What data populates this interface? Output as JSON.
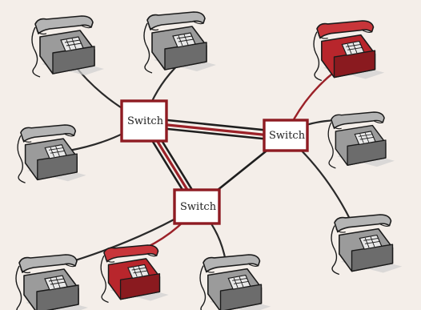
{
  "colors": {
    "background": "#f4eee9",
    "trunk_black": "#1e1e1e",
    "trunk_red": "#9b2128",
    "switch_border": "#8e1b22",
    "phone_gray": "#9b9b9b",
    "phone_red": "#b8262c"
  },
  "switches": [
    {
      "id": "switch-1",
      "label": "Switch"
    },
    {
      "id": "switch-2",
      "label": "Switch"
    },
    {
      "id": "switch-3",
      "label": "Switch"
    }
  ],
  "phones": [
    {
      "id": "phone-1",
      "icon": "telephone-icon",
      "color": "gray",
      "switch": "switch-1"
    },
    {
      "id": "phone-2",
      "icon": "telephone-icon",
      "color": "gray",
      "switch": "switch-1"
    },
    {
      "id": "phone-3",
      "icon": "telephone-icon",
      "color": "gray",
      "switch": "switch-1"
    },
    {
      "id": "phone-4",
      "icon": "telephone-icon",
      "color": "red",
      "switch": "switch-2"
    },
    {
      "id": "phone-5",
      "icon": "telephone-icon",
      "color": "gray",
      "switch": "switch-2"
    },
    {
      "id": "phone-6",
      "icon": "telephone-icon",
      "color": "gray",
      "switch": "switch-2"
    },
    {
      "id": "phone-7",
      "icon": "telephone-icon",
      "color": "gray",
      "switch": "switch-3"
    },
    {
      "id": "phone-8",
      "icon": "telephone-icon",
      "color": "red",
      "switch": "switch-3"
    },
    {
      "id": "phone-9",
      "icon": "telephone-icon",
      "color": "gray",
      "switch": "switch-3"
    }
  ]
}
